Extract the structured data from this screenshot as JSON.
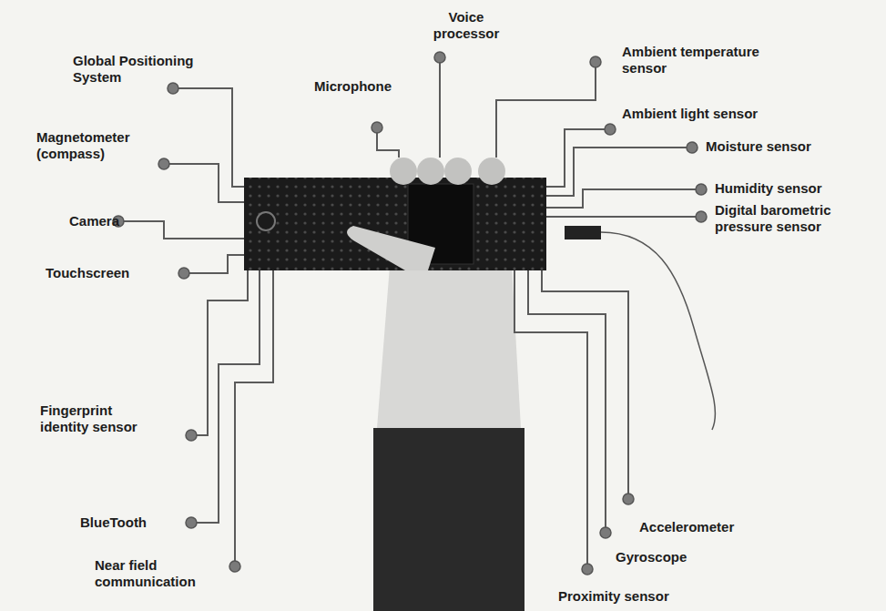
{
  "diagram": {
    "labels": [
      "Voice processor",
      "Global Positioning System",
      "Ambient temperature sensor",
      "Microphone",
      "Ambient light sensor",
      "Magnetometer (compass)",
      "Moisture sensor",
      "Humidity sensor",
      "Digital barometric pressure sensor",
      "Camera",
      "Touchscreen",
      "Fingerprint identity sensor",
      "Accelerometer",
      "BlueTooth",
      "Gyroscope",
      "Near field communication",
      "Proximity sensor"
    ]
  }
}
